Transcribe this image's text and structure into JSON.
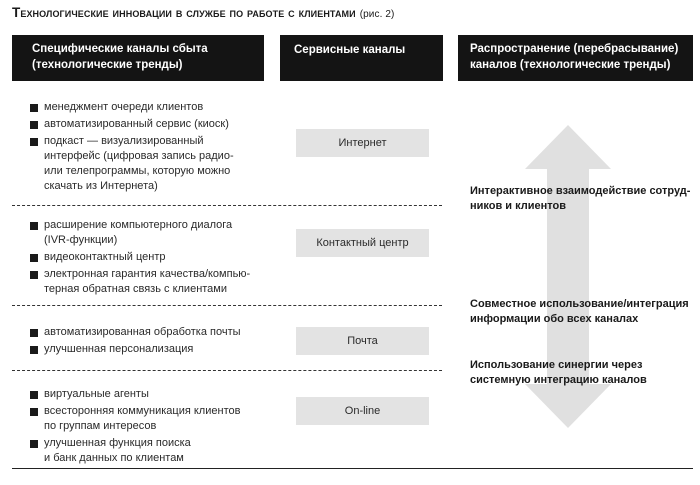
{
  "title": "Технологические инновации в службе по работе с клиентами",
  "figure_ref": "(рис. 2)",
  "headers": {
    "col1_line1": "Специфические каналы сбыта",
    "col1_line2": "(технологические тренды)",
    "col2": "Сервисные каналы",
    "col3_line1": "Распространение (перебрасывание)",
    "col3_line2": "каналов (технологические тренды)"
  },
  "groups": [
    {
      "service": "Интернет",
      "items": [
        [
          "менеджмент очереди клиентов"
        ],
        [
          "автоматизированный сервис (киоск)"
        ],
        [
          "подкаст — визуализированный",
          "интерфейс (цифровая запись радио-",
          "или телепрограммы, которую можно",
          "скачать из Интернета)"
        ]
      ]
    },
    {
      "service": "Контактный центр",
      "items": [
        [
          "расширение компьютерного диалога",
          "(IVR-функции)"
        ],
        [
          "видеоконтактный центр"
        ],
        [
          "электронная гарантия качества/компью-",
          "терная обратная связь с клиентами"
        ]
      ]
    },
    {
      "service": "Почта",
      "items": [
        [
          "автоматизированная обработка почты"
        ],
        [
          "улучшенная персонализация"
        ]
      ]
    },
    {
      "service": "On-line",
      "items": [
        [
          "виртуальные агенты"
        ],
        [
          "всесторонняя коммуникация клиентов",
          "по группам интересов"
        ],
        [
          "улучшенная функция поиска",
          "и банк данных по клиентам"
        ]
      ]
    }
  ],
  "right_texts": [
    [
      "Интерактивное взаимодействие сотруд-",
      "ников и клиентов"
    ],
    [
      "Совместное использование/интеграция",
      "информации обо всех каналах"
    ],
    [
      "Использование синергии через",
      "системную интеграцию каналов"
    ]
  ],
  "colors": {
    "header_bg": "#141414",
    "service_box": "#e3e3e3",
    "arrow": "#e0e0e0"
  }
}
